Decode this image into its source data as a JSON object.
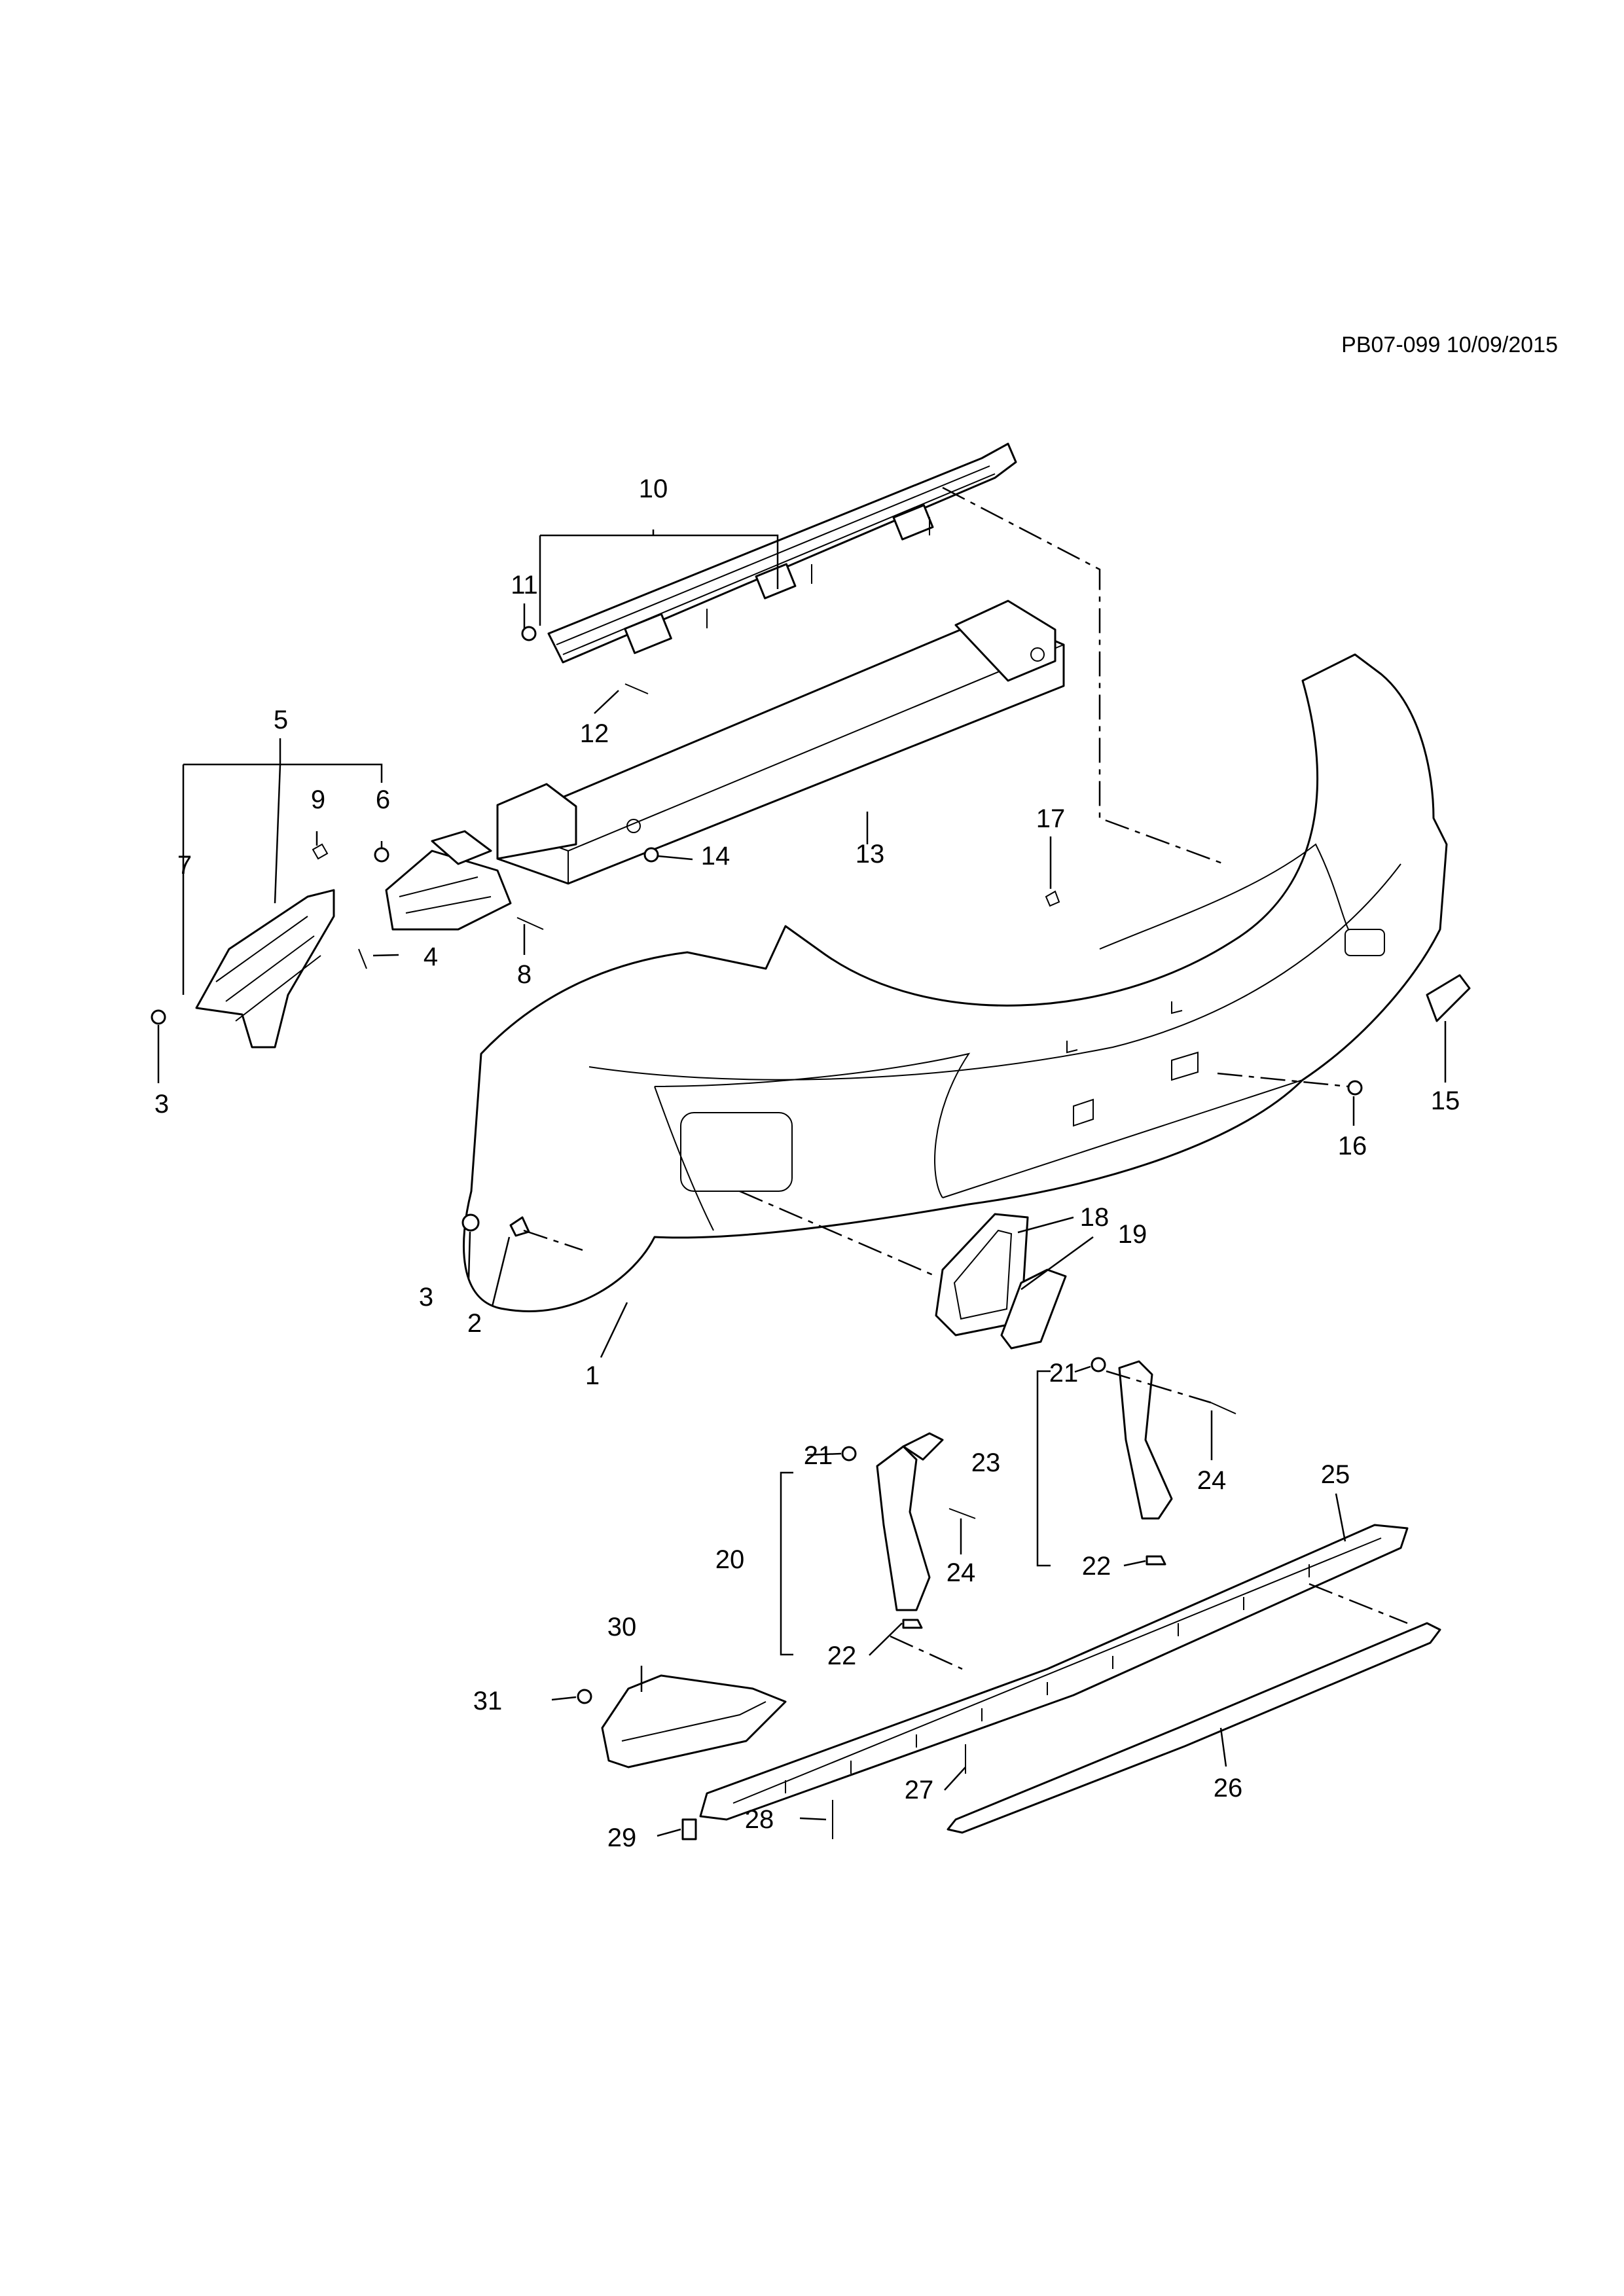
{
  "document": {
    "reference_code": "PB07-099 10/09/2015"
  },
  "callouts": [
    {
      "id": "1",
      "label": "1"
    },
    {
      "id": "2",
      "label": "2"
    },
    {
      "id": "3a",
      "label": "3"
    },
    {
      "id": "3b",
      "label": "3"
    },
    {
      "id": "4",
      "label": "4"
    },
    {
      "id": "5",
      "label": "5"
    },
    {
      "id": "6",
      "label": "6"
    },
    {
      "id": "7",
      "label": "7"
    },
    {
      "id": "8",
      "label": "8"
    },
    {
      "id": "9",
      "label": "9"
    },
    {
      "id": "10",
      "label": "10"
    },
    {
      "id": "11",
      "label": "11"
    },
    {
      "id": "12",
      "label": "12"
    },
    {
      "id": "13",
      "label": "13"
    },
    {
      "id": "14",
      "label": "14"
    },
    {
      "id": "15",
      "label": "15"
    },
    {
      "id": "16",
      "label": "16"
    },
    {
      "id": "17",
      "label": "17"
    },
    {
      "id": "18",
      "label": "18"
    },
    {
      "id": "19",
      "label": "19"
    },
    {
      "id": "20",
      "label": "20"
    },
    {
      "id": "21a",
      "label": "21"
    },
    {
      "id": "21b",
      "label": "21"
    },
    {
      "id": "22a",
      "label": "22"
    },
    {
      "id": "22b",
      "label": "22"
    },
    {
      "id": "23",
      "label": "23"
    },
    {
      "id": "24a",
      "label": "24"
    },
    {
      "id": "24b",
      "label": "24"
    },
    {
      "id": "25",
      "label": "25"
    },
    {
      "id": "26",
      "label": "26"
    },
    {
      "id": "27",
      "label": "27"
    },
    {
      "id": "28",
      "label": "28"
    },
    {
      "id": "29",
      "label": "29"
    },
    {
      "id": "30",
      "label": "30"
    },
    {
      "id": "31",
      "label": "31"
    }
  ]
}
